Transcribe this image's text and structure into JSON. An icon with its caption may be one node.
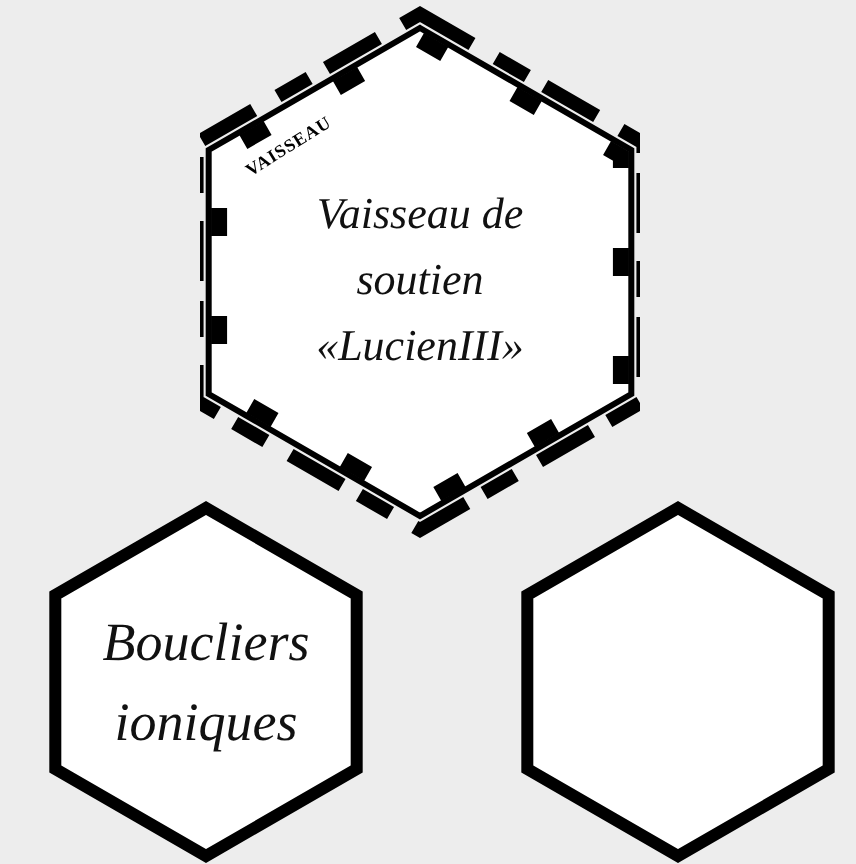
{
  "diagram": {
    "nodes": [
      {
        "text": [
          "VAISSEAU",
          "Vaisseau de soutien «LucienIII»"
        ]
      },
      {
        "text": [
          "Boucliers ioniques"
        ]
      },
      {
        "text": [],
        "shape": "hexagon"
      }
    ]
  }
}
